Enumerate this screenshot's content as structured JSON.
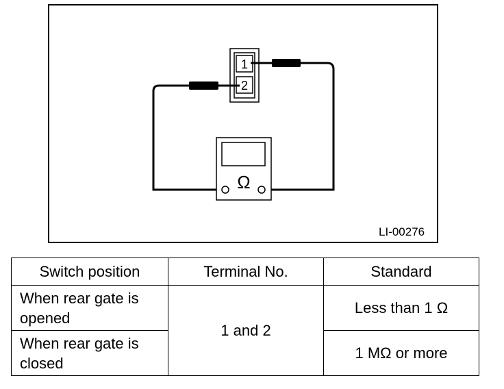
{
  "figure": {
    "id_label": "LI-00276",
    "terminal_labels": [
      "1",
      "2"
    ],
    "meter_symbol": "Ω"
  },
  "table": {
    "headers": [
      "Switch position",
      "Terminal No.",
      "Standard"
    ],
    "rows": [
      {
        "position": "When rear gate is opened",
        "terminal": "1 and 2",
        "standard": "Less than 1 Ω"
      },
      {
        "position": "When rear gate is closed",
        "terminal": "1 and 2",
        "standard": "1 MΩ or more"
      }
    ]
  }
}
